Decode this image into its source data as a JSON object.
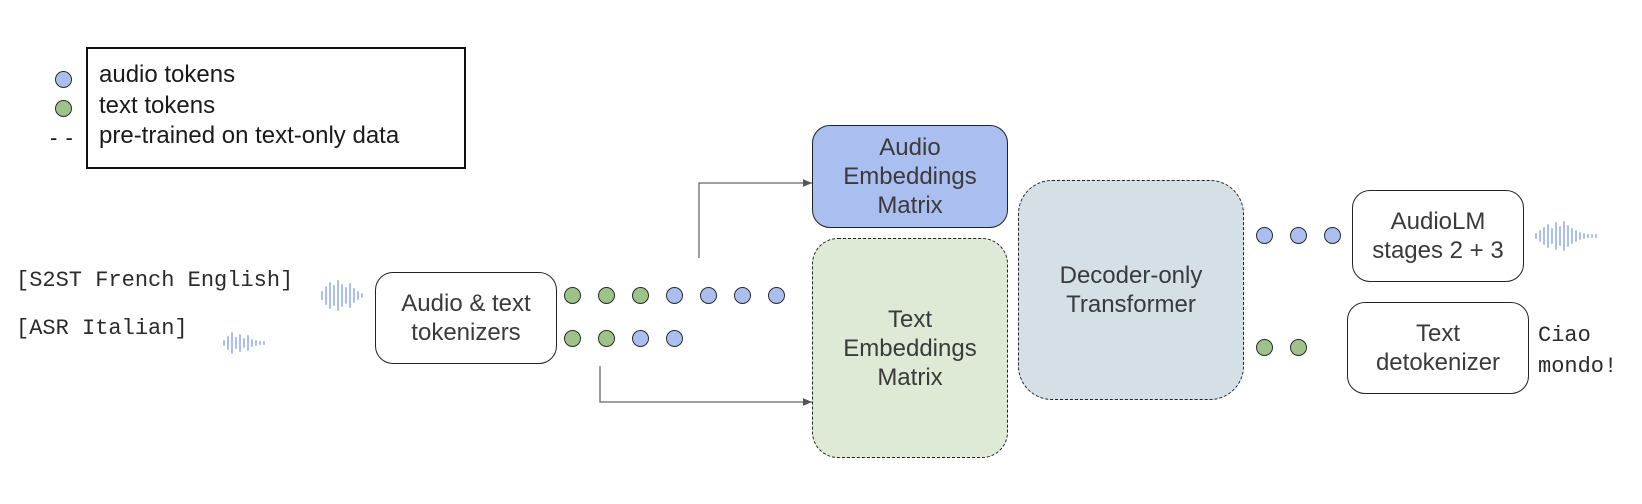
{
  "legend": {
    "audio_label": "audio tokens",
    "text_label": "text tokens",
    "dashed_symbol": "- -",
    "dashed_label": "pre-trained on text-only data"
  },
  "inputs": {
    "task1": "[S2ST French English]",
    "task2": "[ASR Italian]"
  },
  "blocks": {
    "tokenizers": "Audio & text\ntokenizers",
    "audio_embeddings": "Audio\nEmbeddings\nMatrix",
    "text_embeddings": "Text\nEmbeddings\nMatrix",
    "decoder": "Decoder-only\nTransformer",
    "audiolm": "AudioLM\nstages 2 + 3",
    "detokenizer": "Text\ndetokenizer"
  },
  "output_text": "Ciao\nmondo!",
  "colors": {
    "audio_token": "#aabff0",
    "text_token": "#9ec389",
    "audio_embeddings": "#aabff0",
    "text_embeddings": "#deead5",
    "decoder": "#d5e0e6"
  }
}
